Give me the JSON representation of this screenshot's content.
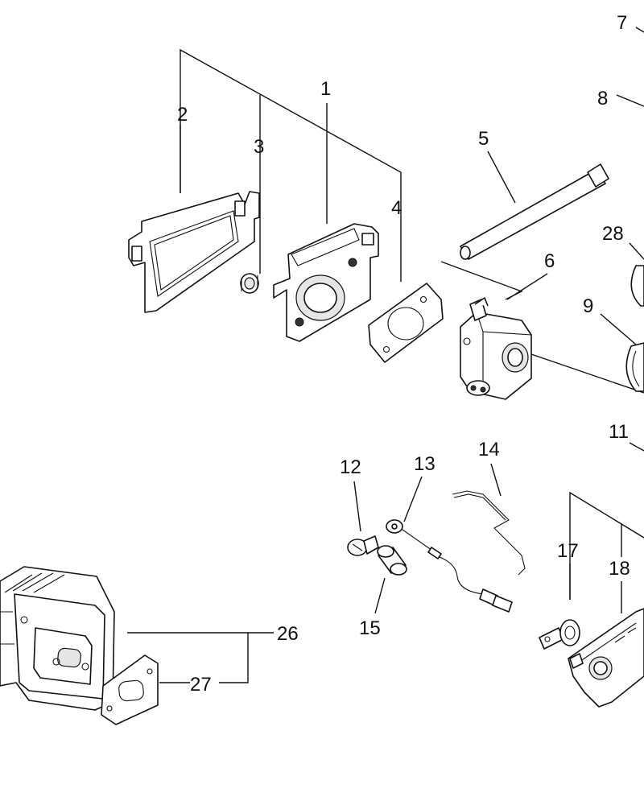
{
  "callouts": {
    "c1": "1",
    "c2": "2",
    "c3": "3",
    "c4": "4",
    "c5": "5",
    "c6": "6",
    "c7": "7",
    "c8": "8",
    "c9": "9",
    "c11": "11",
    "c12": "12",
    "c13": "13",
    "c14": "14",
    "c15": "15",
    "c17": "17",
    "c18": "18",
    "c26": "26",
    "c27": "27",
    "c28": "28"
  }
}
